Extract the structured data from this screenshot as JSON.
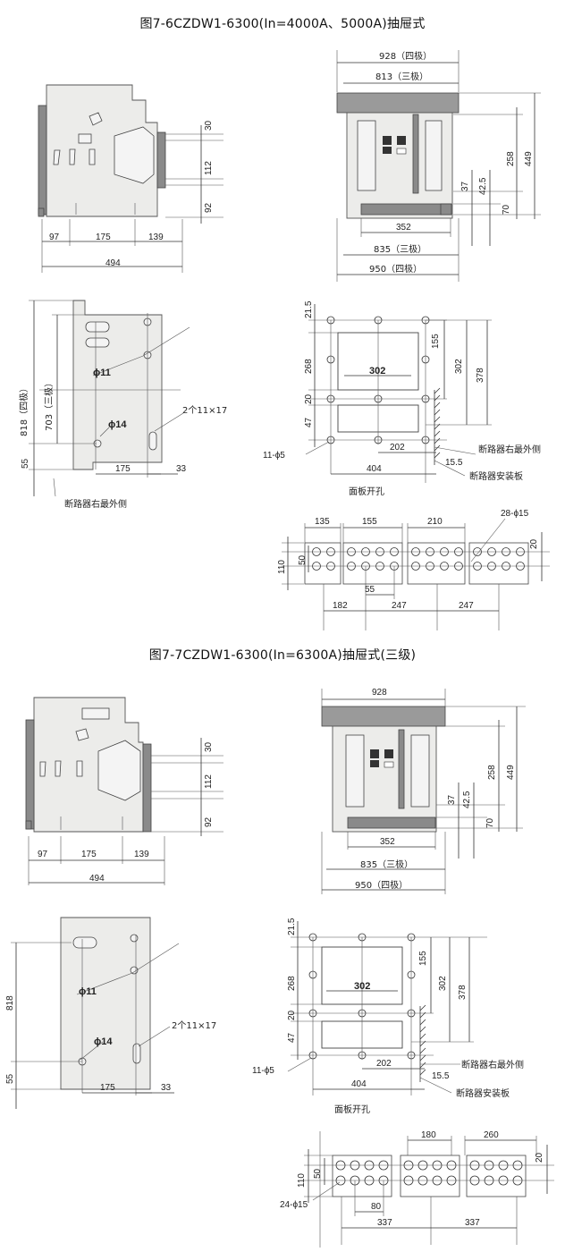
{
  "fig1": {
    "title": "图7-6CZDW1-6300(In=4000A、5000A)抽屉式",
    "side": {
      "d97": "97",
      "d175": "175",
      "d139": "139",
      "d494": "494",
      "d30": "30",
      "d112": "112",
      "d92": "92"
    },
    "front": {
      "w928": "928（四极）",
      "w813": "813（三极）",
      "h258": "258",
      "h449": "449",
      "d37": "37",
      "d42": "42.5",
      "d70": "70",
      "w352": "352",
      "w835": "835（三极）",
      "w950": "950（四极）"
    },
    "mount": {
      "h818": "818（四极）",
      "h703": "703（三极）",
      "d55": "55",
      "phi11": "ϕ11",
      "phi14": "ϕ14",
      "slot": "2个11×17",
      "d175": "175",
      "d33": "33",
      "note": "断路器右最外侧"
    },
    "panel": {
      "d21": "21.5",
      "d268": "268",
      "d20": "20",
      "d47": "47",
      "holes": "11-ϕ5",
      "w302": "302",
      "h155": "155",
      "h302": "302",
      "h378": "378",
      "w202": "202",
      "d15": "15.5",
      "w404": "404",
      "right_side": "断路器右最外侧",
      "plate": "断路器安装板",
      "cutout": "面板开孔"
    },
    "busbar": {
      "d135": "135",
      "d155": "155",
      "d210": "210",
      "holes": "28-ϕ15",
      "d20": "20",
      "d110": "110",
      "d50": "50",
      "d55": "55",
      "d182": "182",
      "d247a": "247",
      "d247b": "247"
    }
  },
  "fig2": {
    "title": "图7-7CZDW1-6300(In=6300A)抽屉式(三级)",
    "side": {
      "d97": "97",
      "d175": "175",
      "d139": "139",
      "d494": "494",
      "d30": "30",
      "d112": "112",
      "d92": "92"
    },
    "front": {
      "w928": "928",
      "h258": "258",
      "h449": "449",
      "d37": "37",
      "d42": "42.5",
      "d70": "70",
      "w352": "352",
      "w835": "835（三极）",
      "w950": "950（四极）"
    },
    "mount": {
      "h818": "818",
      "d55": "55",
      "phi11": "ϕ11",
      "phi14": "ϕ14",
      "slot": "2个11×17",
      "d175": "175",
      "d33": "33"
    },
    "panel": {
      "d21": "21.5",
      "d268": "268",
      "d20": "20",
      "d47": "47",
      "holes": "11-ϕ5",
      "w302": "302",
      "h155": "155",
      "h302": "302",
      "h378": "378",
      "w202": "202",
      "d15": "15.5",
      "w404": "404",
      "right_side": "断路器右最外侧",
      "plate": "断路器安装板",
      "cutout": "面板开孔"
    },
    "busbar": {
      "d180": "180",
      "d260": "260",
      "d20": "20",
      "d110": "110",
      "d50": "50",
      "holes": "24-ϕ15",
      "d80": "80",
      "d337a": "337",
      "d337b": "337"
    }
  }
}
